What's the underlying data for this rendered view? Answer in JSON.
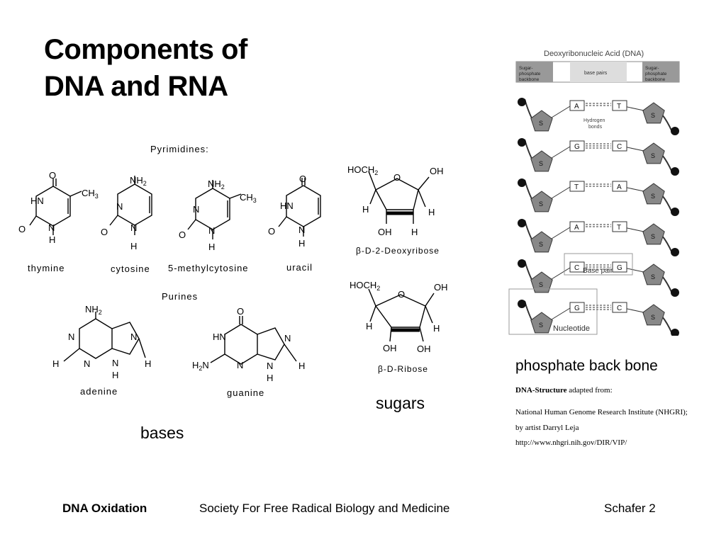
{
  "slide": {
    "title_line1": "Components of",
    "title_line2": "DNA and RNA",
    "pyrimidines_heading": "Pyrimidines:",
    "purines_heading": "Purines",
    "bases_caption": "bases",
    "sugars_caption": "sugars",
    "phosphate_caption": "phosphate back bone"
  },
  "molecules": {
    "thymine": "thymine",
    "cytosine": "cytosine",
    "methylcytosine": "5-methylcytosine",
    "uracil": "uracil",
    "adenine": "adenine",
    "guanine": "guanine",
    "deoxyribose": "β-D-2-Deoxyribose",
    "ribose": "β-D-Ribose"
  },
  "dna_diagram": {
    "header": "Deoxyribonucleic Acid (DNA)",
    "backbone_left": "Sugar-phosphate backbone",
    "base_pairs": "base pairs",
    "backbone_right": "Sugar-phosphate backbone",
    "hydrogen_bonds": "Hydrogen bonds",
    "base_pair_label": "Base pair",
    "nucleotide_label": "Nucleotide",
    "rows": [
      {
        "left": "A",
        "right": "T"
      },
      {
        "left": "G",
        "right": "C"
      },
      {
        "left": "T",
        "right": "A"
      },
      {
        "left": "A",
        "right": "T"
      },
      {
        "left": "C",
        "right": "G"
      },
      {
        "left": "G",
        "right": "C"
      }
    ]
  },
  "credit": {
    "bold": "DNA-Structure",
    "rest": " adapted from:",
    "line2": "National Human Genome Research Institute (NHGRI);",
    "line3": "by artist Darryl Leja",
    "line4": "http://www.nhgri.nih.gov/DIR/VIP/"
  },
  "footer": {
    "left": "DNA Oxidation",
    "center": "Society For Free Radical Biology and Medicine",
    "right": "Schafer 2"
  }
}
